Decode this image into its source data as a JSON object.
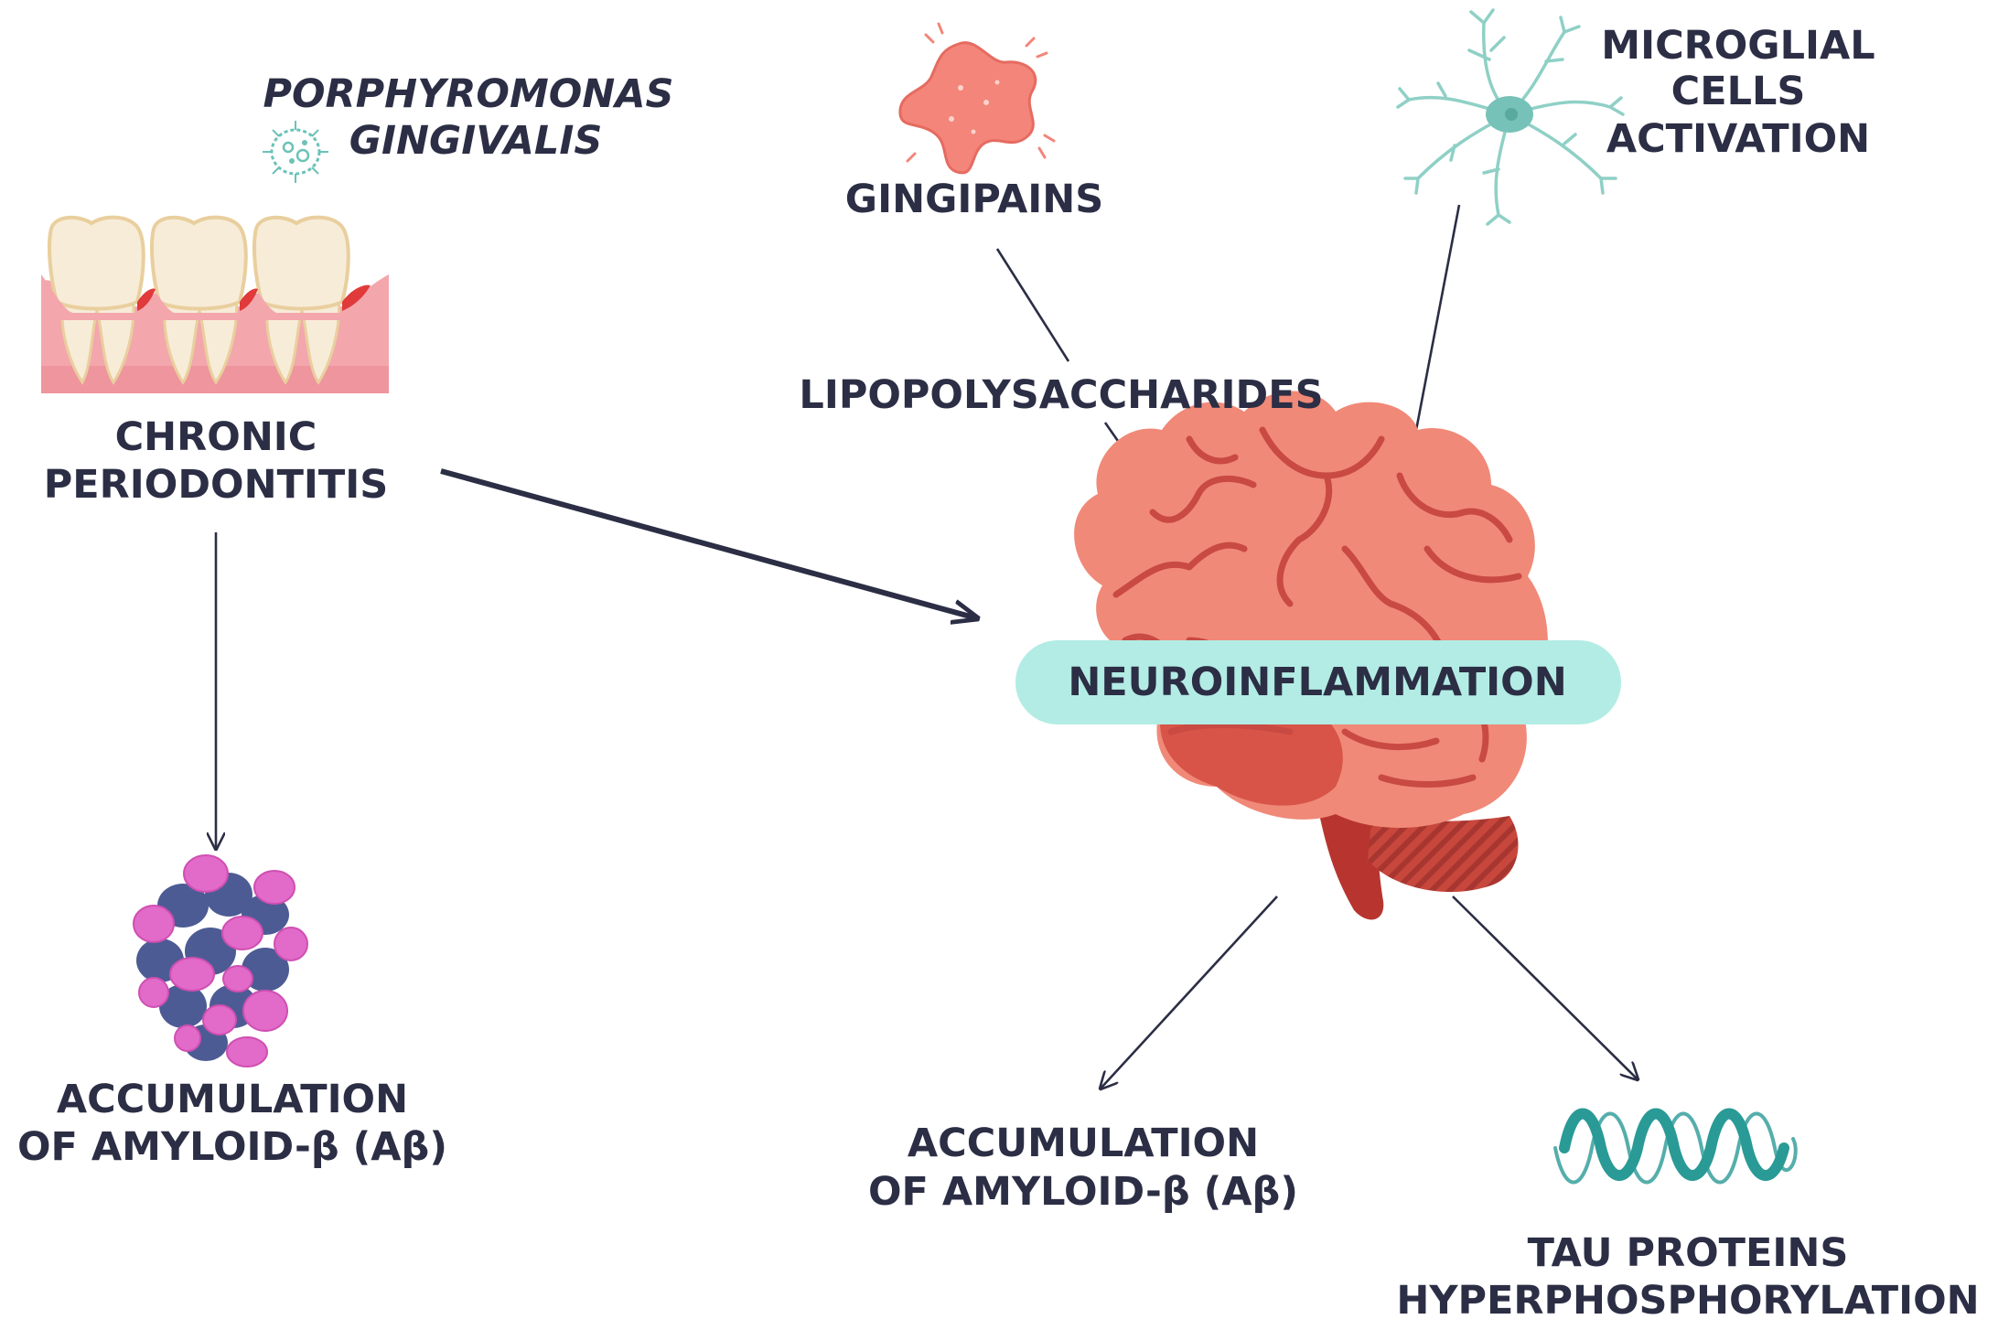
{
  "labels": {
    "bacteria_line1": "PORPHYROMONAS",
    "bacteria_line2": "GINGIVALIS",
    "gingipains": "GINGIPAINS",
    "lps": "LIPOPOLYSACCHARIDES",
    "microglial_line1": "MICROGLIAL",
    "microglial_line2": "CELLS",
    "microglial_line3": "ACTIVATION",
    "periodontitis_line1": "CHRONIC",
    "periodontitis_line2": "PERIODONTITIS",
    "neuroinflammation": "NEUROINFLAMMATION",
    "amyloid_left_line1": "ACCUMULATION",
    "amyloid_left_line2": "OF AMYLOID-β (Aβ)",
    "amyloid_right_line1": "ACCUMULATION",
    "amyloid_right_line2": "OF AMYLOID-β (Aβ)",
    "tau_line1": "TAU PROTEINS",
    "tau_line2": "HYPERPHOSPHORYLATION"
  },
  "colors": {
    "text": "#2b2e44",
    "neuro_pill": "#b3ece4",
    "brain": "#f08978",
    "brain_dark": "#d85448",
    "gum": "#f3a7ad",
    "tooth": "#f7ecd8",
    "microglia": "#77c2b8",
    "tau": "#2a9a96",
    "amyloid_pink": "#e26ac9",
    "amyloid_blue": "#4d5b94",
    "gingipain": "#f3857a"
  },
  "icons": [
    "bacteria-icon",
    "gingipain-icon",
    "microglia-icon",
    "teeth-icon",
    "brain-icon",
    "amyloid-cluster-icon",
    "tau-helix-icon"
  ]
}
